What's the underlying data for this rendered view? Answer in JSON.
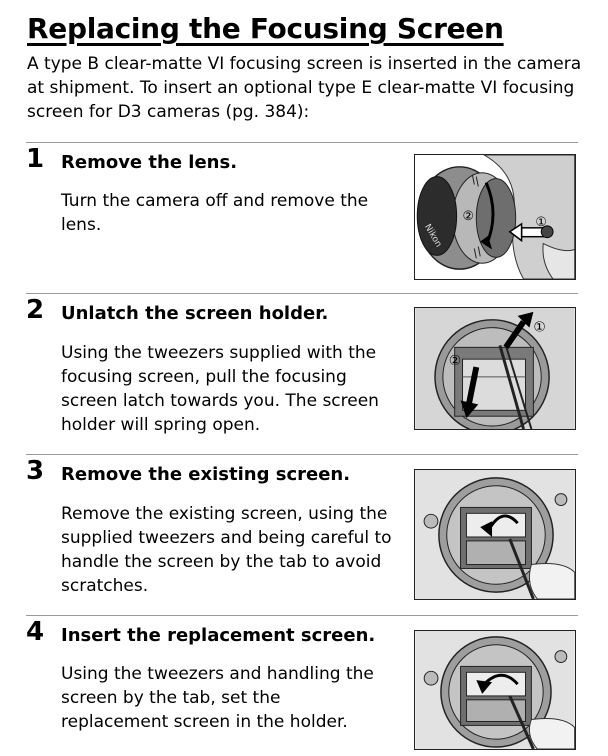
{
  "page": {
    "title": "Replacing the Focusing Screen",
    "intro": "A type B clear-matte VI focusing screen is inserted in the camera at shipment.  To insert an optional type E clear-matte VI focusing screen for D3 cameras (pg. 384):"
  },
  "steps": [
    {
      "number": "1",
      "title": "Remove the lens.",
      "body": "Turn the camera off and remove the lens.",
      "illustration": {
        "icon": "lens-removal-illustration",
        "callouts": [
          "①",
          "②"
        ],
        "brand_text": "Nikon"
      }
    },
    {
      "number": "2",
      "title": "Unlatch the screen holder.",
      "body": "Using the tweezers supplied with the focusing screen, pull the focusing screen latch towards you.  The screen holder will spring open.",
      "illustration": {
        "icon": "unlatch-screen-holder-illustration",
        "callouts": [
          "①",
          "②"
        ]
      }
    },
    {
      "number": "3",
      "title": "Remove the existing screen.",
      "body": "Remove the existing screen, using the supplied tweezers and being careful to handle the screen by the tab to avoid scratches.",
      "illustration": {
        "icon": "remove-screen-illustration"
      }
    },
    {
      "number": "4",
      "title": "Insert the replacement screen.",
      "body": "Using the tweezers and handling the screen by the tab, set the replacement screen in the holder.",
      "illustration": {
        "icon": "insert-screen-illustration"
      }
    }
  ]
}
